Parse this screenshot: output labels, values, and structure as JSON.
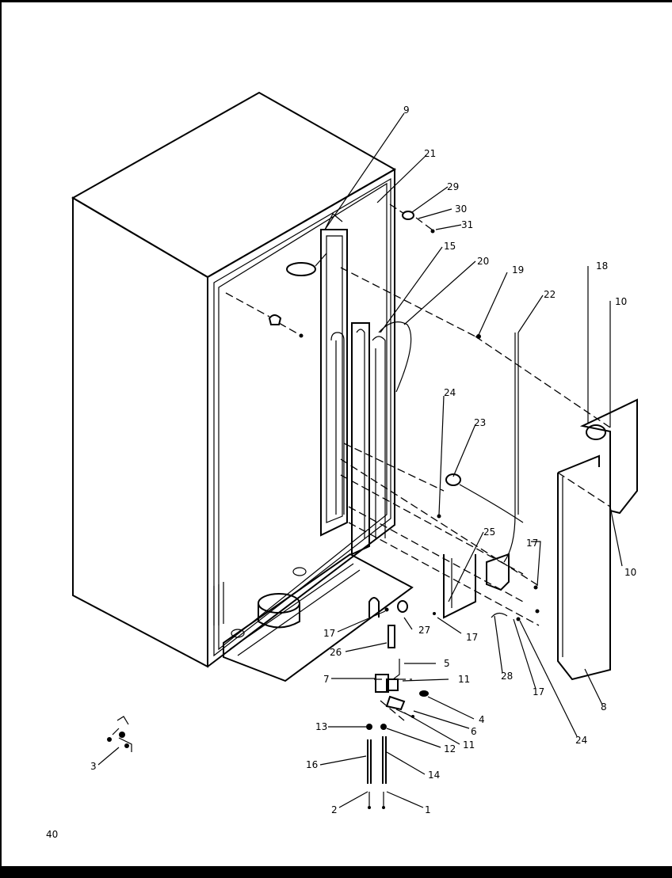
{
  "callouts": {
    "c1": "1",
    "c2": "2",
    "c3": "3",
    "c4": "4",
    "c5": "5",
    "c6": "6",
    "c7": "7",
    "c8": "8",
    "c9": "9",
    "c10a": "10",
    "c10b": "10",
    "c11a": "11",
    "c11b": "11",
    "c12": "12",
    "c13": "13",
    "c14": "14",
    "c15": "15",
    "c16": "16",
    "c17a": "17",
    "c17b": "17",
    "c17c": "17",
    "c17d": "17",
    "c18": "18",
    "c19": "19",
    "c20": "20",
    "c21": "21",
    "c22": "22",
    "c23": "23",
    "c24a": "24",
    "c24b": "24",
    "c25": "25",
    "c26": "26",
    "c27": "27",
    "c28": "28",
    "c29": "29",
    "c30": "30",
    "c31": "31"
  },
  "page_number": "40"
}
